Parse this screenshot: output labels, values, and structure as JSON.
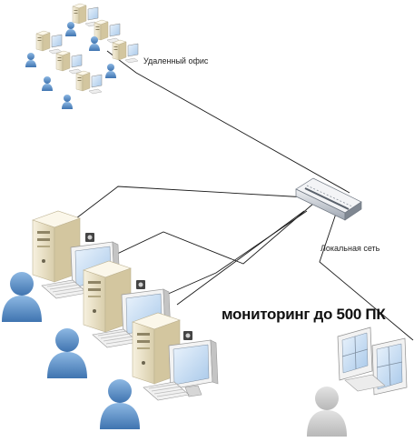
{
  "labels": {
    "remote_office": "Удаленный офис",
    "local_network": "Локальная сеть",
    "headline": "мониторинг до 500 ПК"
  },
  "colors": {
    "user_blue": "#5a8fc8",
    "user_gray": "#c9c9c9",
    "case_beige": "#efe6cc",
    "monitor_frame": "#e4e4e4",
    "screen_blue": "#cfe2f4",
    "switch_body": "#d9dde3",
    "line": "#1a1a1a"
  },
  "icons": [
    "server-tower-icon",
    "monitor-icon",
    "keyboard-icon",
    "user-icon",
    "network-switch-icon",
    "dual-monitor-workstation-icon"
  ]
}
